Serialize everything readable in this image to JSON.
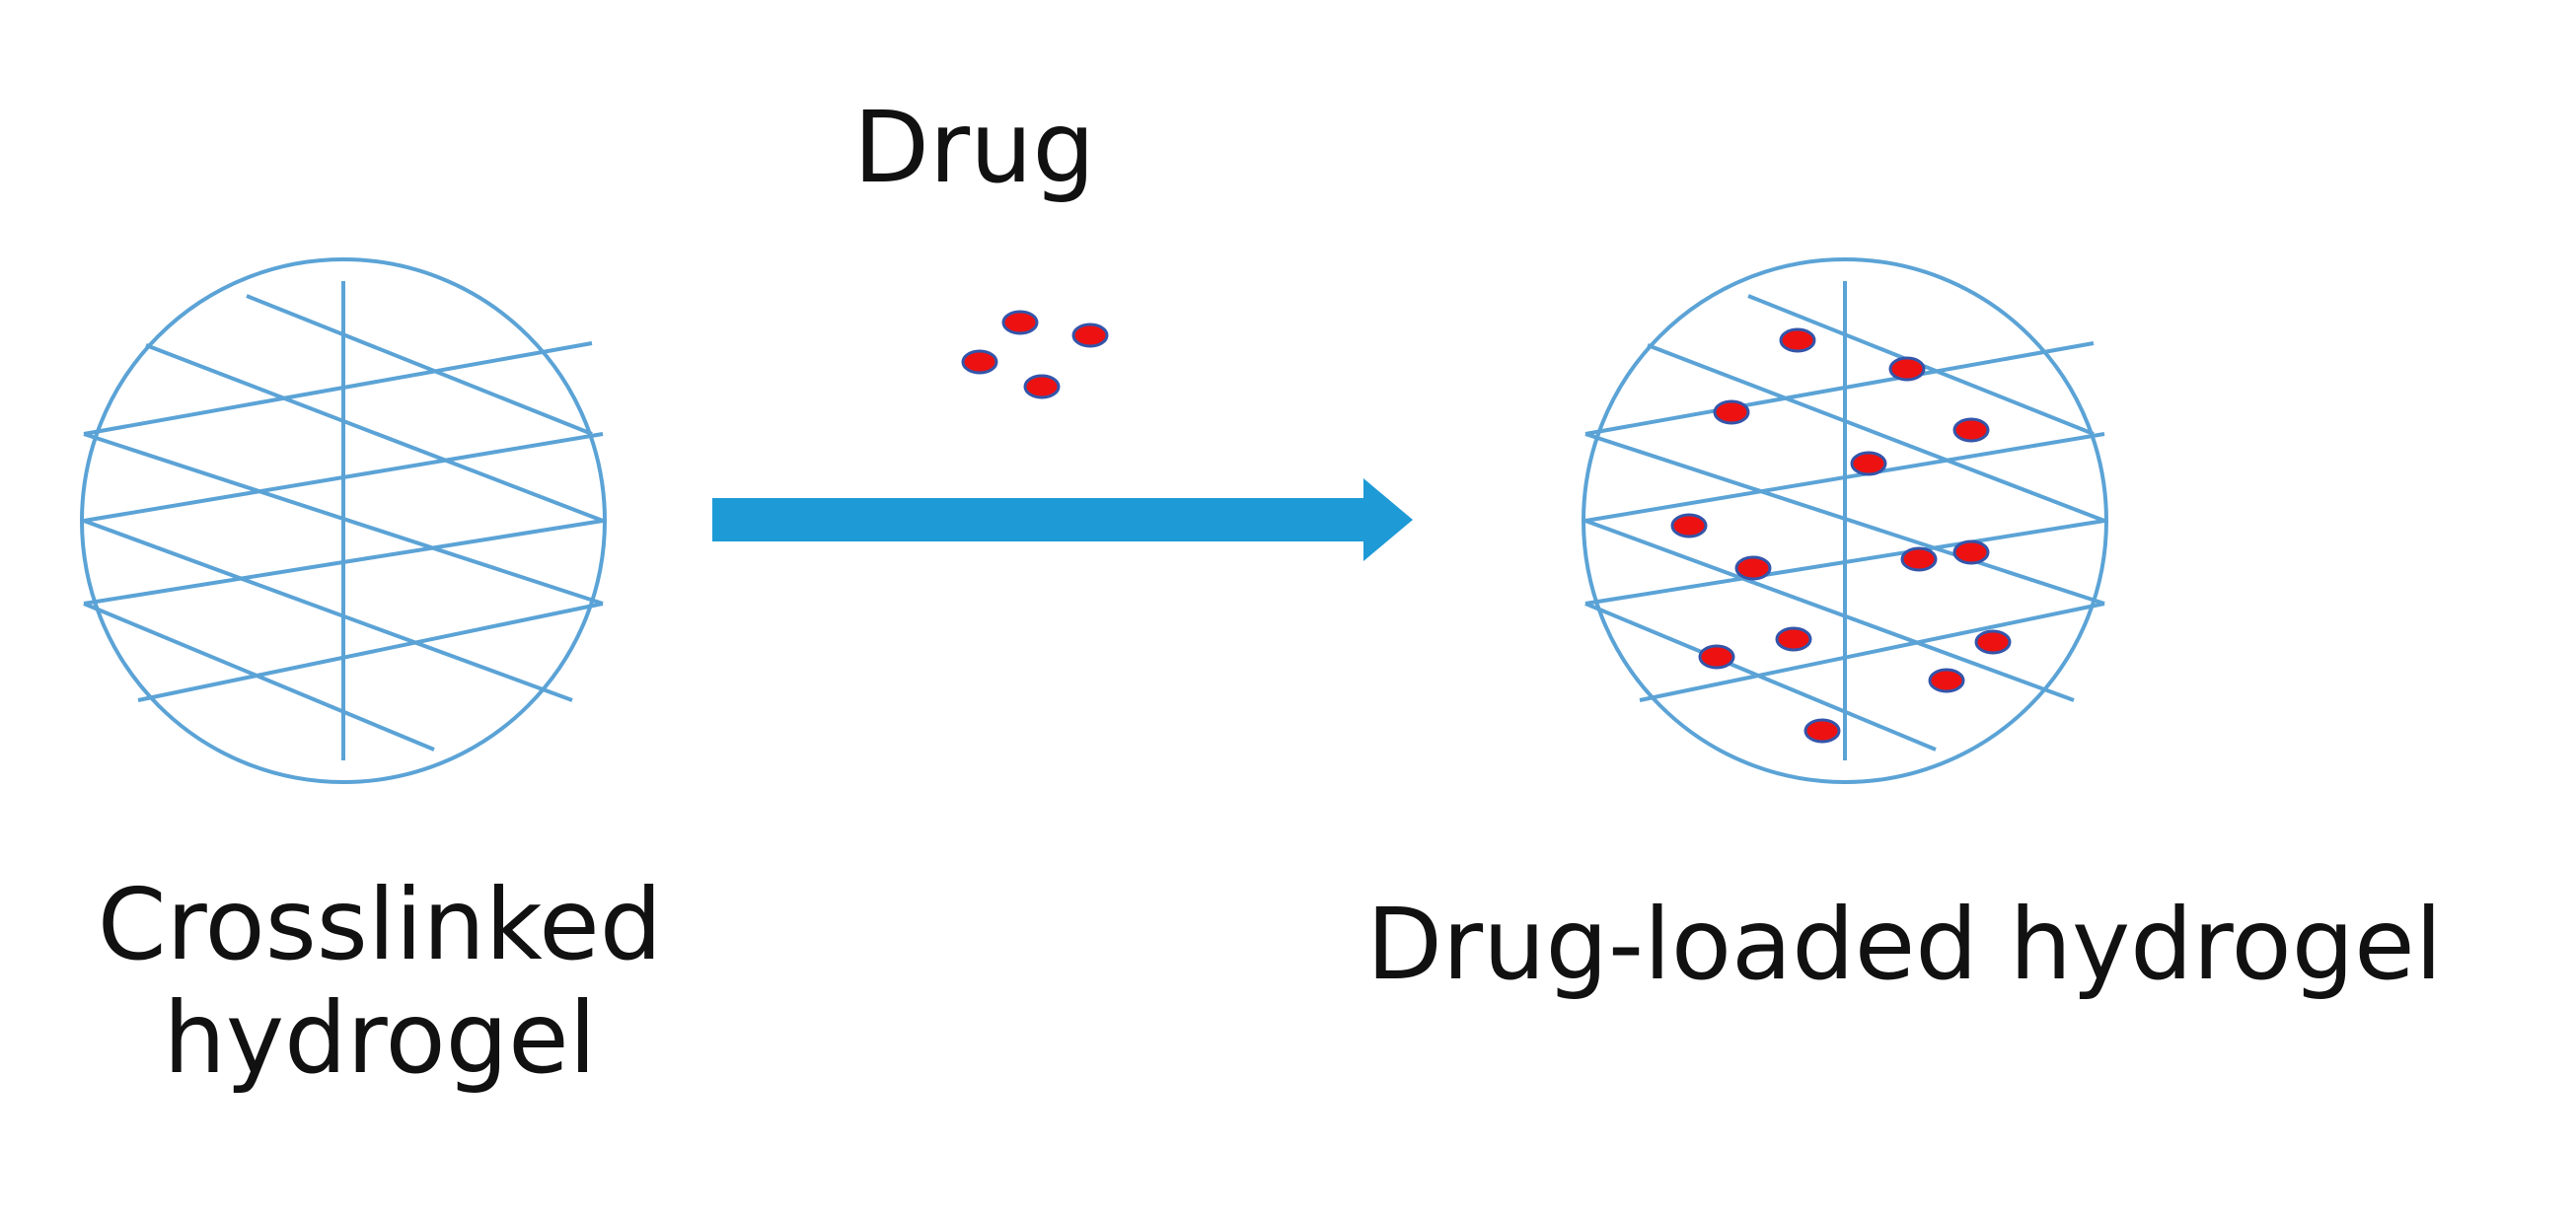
{
  "labels": {
    "drug": "Drug",
    "crosslinked_line1": "Crosslinked",
    "crosslinked_line2": "hydrogel",
    "drug_loaded": "Drug-loaded hydrogel"
  },
  "colors": {
    "mesh": "#5ba3d6",
    "arrow": "#1e9ad6",
    "drug_fill": "#ee1111",
    "drug_stroke": "#3355aa",
    "text": "#111111"
  },
  "icons": {
    "hydrogel": "mesh-circle-icon",
    "drug": "red-dot-icon",
    "arrow": "right-arrow-icon"
  }
}
